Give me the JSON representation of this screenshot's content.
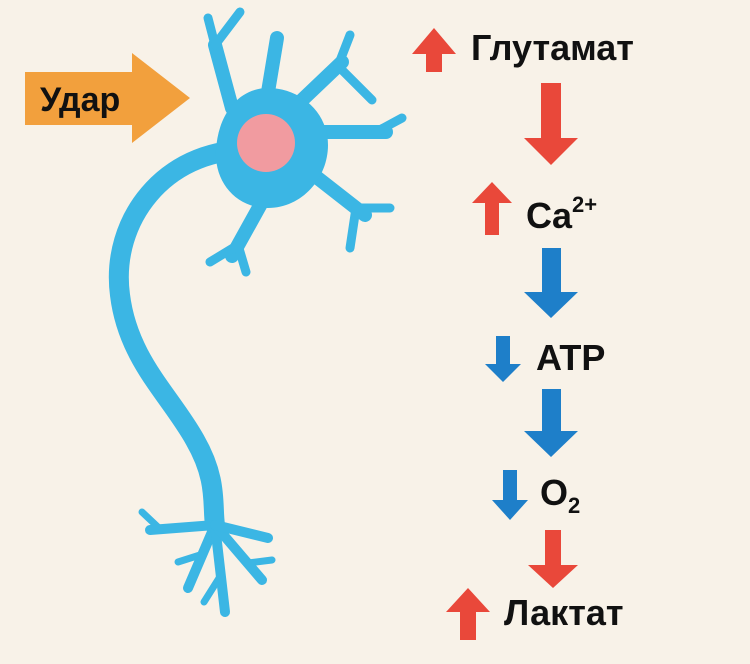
{
  "colors": {
    "background": "#f8f2e8",
    "neuron": "#3bb6e4",
    "nucleus": "#f19ba0",
    "impact_arrow": "#f2a03d",
    "increase": "#e9483a",
    "decrease": "#1e7fc9",
    "text": "#111111"
  },
  "impact": {
    "label": "Удар",
    "icon": "arrow-right-icon"
  },
  "cascade": [
    {
      "id": "glutamate",
      "label": "Глутамат",
      "sup": "",
      "sub": "",
      "trend": "up"
    },
    {
      "id": "calcium",
      "label": "Ca",
      "sup": "2+",
      "sub": "",
      "trend": "up"
    },
    {
      "id": "atp",
      "label": "ATP",
      "sup": "",
      "sub": "",
      "trend": "down"
    },
    {
      "id": "oxygen",
      "label": "O",
      "sup": "",
      "sub": "2",
      "trend": "down"
    },
    {
      "id": "lactate",
      "label": "Лактат",
      "sup": "",
      "sub": "",
      "trend": "up"
    }
  ],
  "transitions": [
    {
      "from": "glutamate",
      "to": "calcium",
      "color": "increase"
    },
    {
      "from": "calcium",
      "to": "atp",
      "color": "decrease"
    },
    {
      "from": "atp",
      "to": "oxygen",
      "color": "decrease"
    },
    {
      "from": "oxygen",
      "to": "lactate",
      "color": "increase"
    }
  ]
}
